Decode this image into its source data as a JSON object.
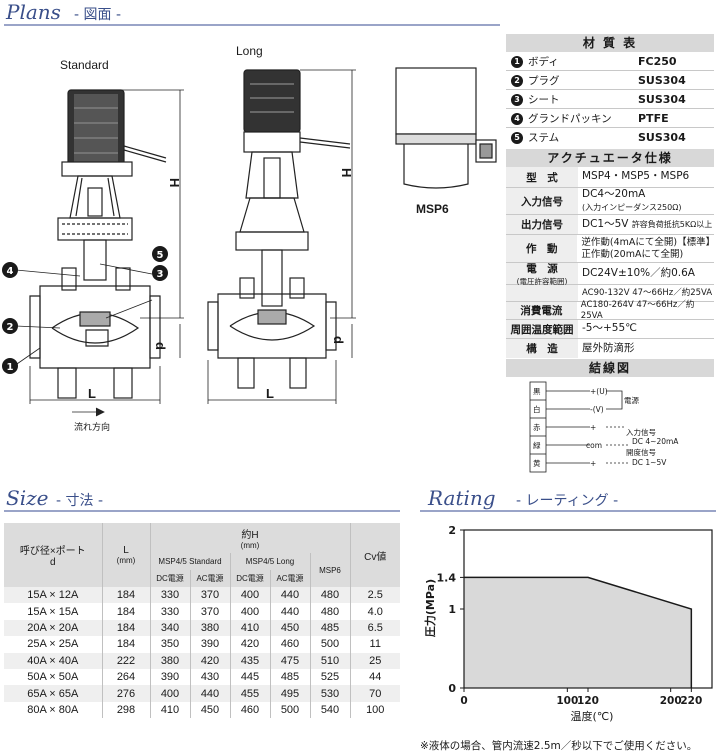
{
  "plans": {
    "title": "Plans",
    "subtitle": "- 図面 -"
  },
  "drawings": {
    "standard_label": "Standard",
    "long_label": "Long",
    "msp6_label": "MSP6",
    "dim_h": "H",
    "dim_d": "d",
    "dim_l": "L",
    "flow_label": "流れ方向",
    "callouts": [
      "1",
      "2",
      "3",
      "4",
      "5"
    ]
  },
  "materials": {
    "title": "材 質 表",
    "rows": [
      {
        "num": "1",
        "name": "ボディ",
        "value": "FC250"
      },
      {
        "num": "2",
        "name": "プラグ",
        "value": "SUS304"
      },
      {
        "num": "3",
        "name": "シート",
        "value": "SUS304"
      },
      {
        "num": "4",
        "name": "グランドパッキン",
        "value": "PTFE"
      },
      {
        "num": "5",
        "name": "ステム",
        "value": "SUS304"
      }
    ]
  },
  "actuator": {
    "title": "アクチュエータ仕様",
    "model_key": "型　式",
    "model_val": "MSP4・MSP5・MSP6",
    "input_key": "入力信号",
    "input_val": "DC4～20mA",
    "input_sub": "(入力インピーダンス250Ω)",
    "output_key": "出力信号",
    "output_val": "DC1～5V",
    "output_sub": "許容負荷抵抗5KΩ以上",
    "action_key": "作　動",
    "action_val1": "逆作動(4mAにて全開)【標準】",
    "action_val2": "正作動(20mAにて全開)",
    "power_key": "電　源",
    "power_sub": "(電圧許容範囲)",
    "power_val": "DC24V±10%／約0.6A",
    "power_ac1": "AC90-132V 47～66Hz／約25VA",
    "consumption_key": "消費電流",
    "power_ac2": "AC180-264V 47～66Hz／約25VA",
    "temp_key": "周囲温度範囲",
    "temp_val": "-5～+55℃",
    "structure_key": "構　造",
    "structure_val": "屋外防滴形"
  },
  "wiring": {
    "title": "結線図",
    "wires": [
      "黒",
      "白",
      "赤",
      "緑",
      "黄"
    ],
    "plus_u": "+(U)",
    "minus_v": "-(V)",
    "power_label": "電源",
    "plus1": "+",
    "com": "com",
    "plus2": "+",
    "input_signal": "入力信号",
    "input_range": "DC 4~20mA",
    "opening_signal": "開度信号",
    "opening_range": "DC 1~5V"
  },
  "size": {
    "title": "Size",
    "subtitle": "- 寸法 -",
    "headers": {
      "size_col": "呼び径×ポート",
      "size_col_d": "d",
      "l_col": "L",
      "l_unit": "(mm)",
      "h_col": "約H",
      "h_unit": "(mm)",
      "msp45_std": "MSP4/5 Standard",
      "msp45_long": "MSP4/5 Long",
      "msp6": "MSP6",
      "dc1": "DC電源",
      "ac1": "AC電源",
      "dc2": "DC電源",
      "ac2": "AC電源",
      "cv": "Cv値"
    },
    "rows": [
      [
        "15A × 12A",
        "184",
        "330",
        "370",
        "400",
        "440",
        "480",
        "2.5"
      ],
      [
        "15A × 15A",
        "184",
        "330",
        "370",
        "400",
        "440",
        "480",
        "4.0"
      ],
      [
        "20A × 20A",
        "184",
        "340",
        "380",
        "410",
        "450",
        "485",
        "6.5"
      ],
      [
        "25A × 25A",
        "184",
        "350",
        "390",
        "420",
        "460",
        "500",
        "11"
      ],
      [
        "40A × 40A",
        "222",
        "380",
        "420",
        "435",
        "475",
        "510",
        "25"
      ],
      [
        "50A × 50A",
        "264",
        "390",
        "430",
        "445",
        "485",
        "525",
        "44"
      ],
      [
        "65A × 65A",
        "276",
        "400",
        "440",
        "455",
        "495",
        "530",
        "70"
      ],
      [
        "80A × 80A",
        "298",
        "410",
        "450",
        "460",
        "500",
        "540",
        "100"
      ]
    ]
  },
  "rating": {
    "title": "Rating",
    "subtitle": "- レーティング -",
    "note": "※液体の場合、管内流速2.5m／秒以下でご使用ください。"
  },
  "chart_data": {
    "type": "line",
    "title": "",
    "xlabel": "温度(℃)",
    "ylabel": "圧力(MPa)",
    "xlim": [
      0,
      240
    ],
    "ylim": [
      0,
      2
    ],
    "x_ticks": [
      0,
      100,
      120,
      200,
      220
    ],
    "y_ticks": [
      0,
      1,
      1.4,
      2
    ],
    "x_tick_labels": [
      "0",
      "100",
      "120",
      "200",
      "220"
    ],
    "y_tick_labels": [
      "0",
      "1",
      "1.4",
      "2"
    ],
    "series": [
      {
        "x": [
          0,
          120,
          220,
          220
        ],
        "y": [
          1.4,
          1.4,
          1.0,
          0
        ]
      }
    ],
    "colors": {
      "line": "#1a1a1a",
      "fill": "#d9d9d9"
    }
  }
}
